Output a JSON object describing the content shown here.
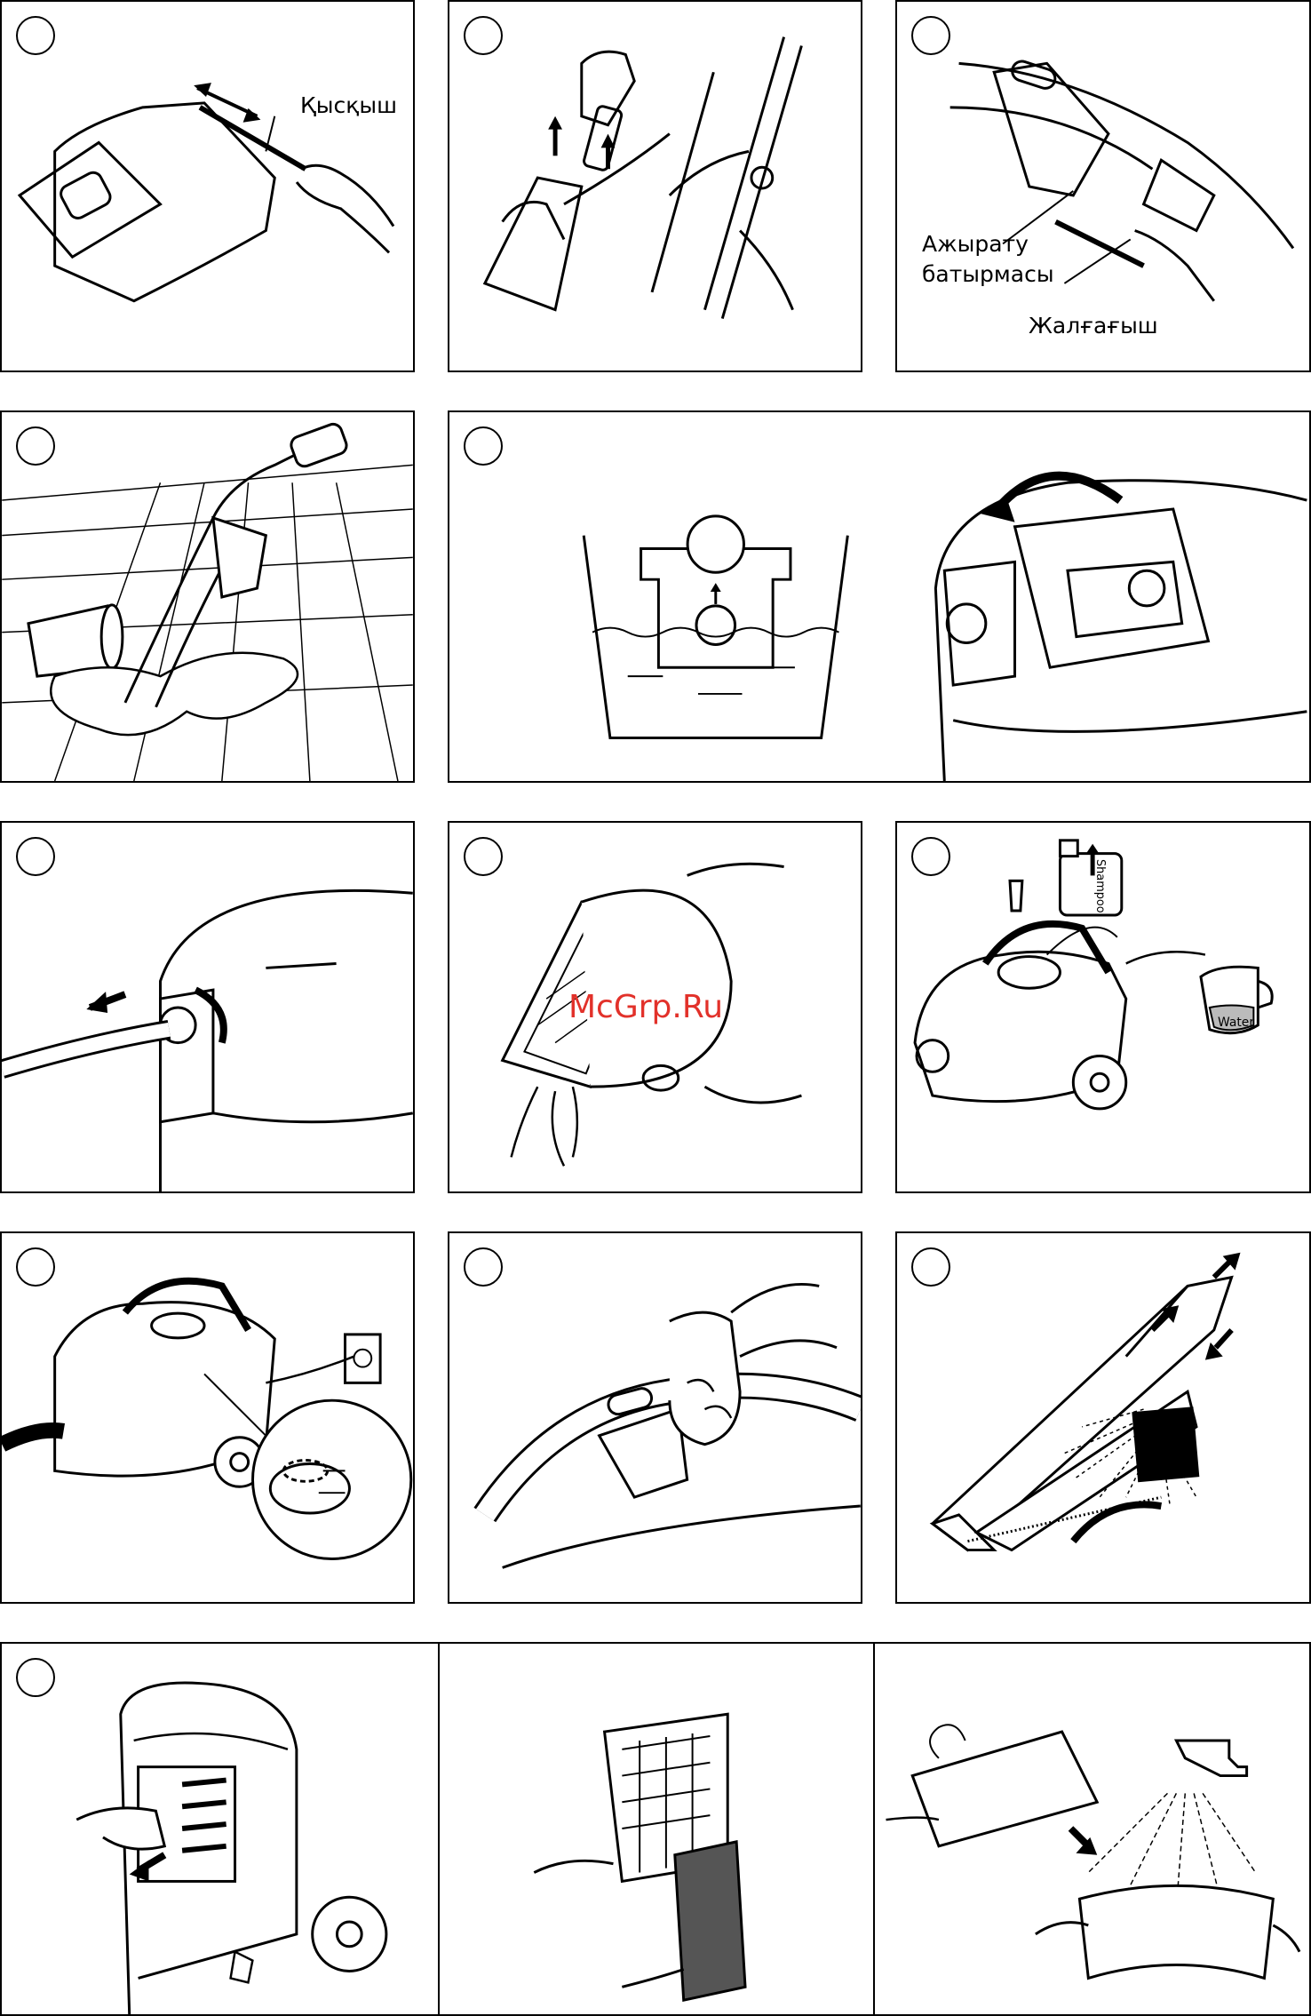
{
  "labels": {
    "clip": "Қысқыш",
    "release_button_line1": "Ажырату",
    "release_button_line2": "батырмасы",
    "connector": "Жалғағыш",
    "shampoo": "Shampoo",
    "water": "Water"
  },
  "watermark": "McGrp.Ru"
}
